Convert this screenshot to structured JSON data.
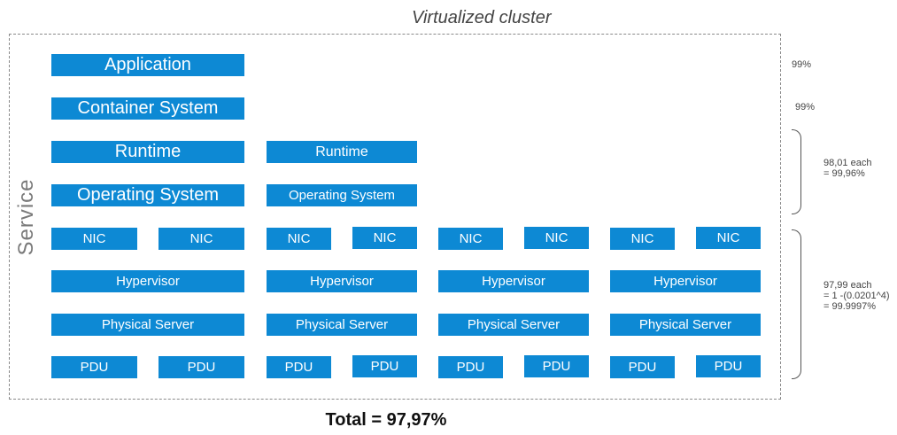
{
  "title": "Virtualized cluster",
  "side_label": "Service",
  "total": "Total = 97,97%",
  "labels": {
    "application": "Application",
    "container": "Container System",
    "runtime": "Runtime",
    "os": "Operating System",
    "nic": "NIC",
    "hypervisor": "Hypervisor",
    "server": "Physical Server",
    "pdu": "PDU"
  },
  "annotations": {
    "application": "99%",
    "container": "99%",
    "runtime_os": [
      "98,01 each",
      "= 99,96%"
    ],
    "infra": [
      "97,99 each",
      "= 1 -(0.0201^4)",
      "= 99.9997%"
    ]
  },
  "colors": {
    "box": "#0d89d4",
    "text": "#ffffff",
    "border": "#8a8a8a"
  }
}
